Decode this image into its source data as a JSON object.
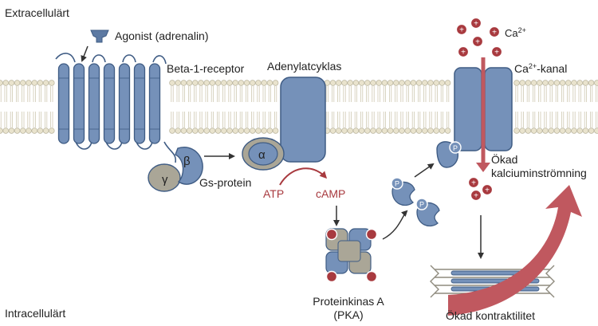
{
  "regions": {
    "extracellular": "Extracellulärt",
    "intracellular": "Intracellulärt"
  },
  "labels": {
    "agonist": "Agonist (adrenalin)",
    "beta_receptor": "Beta-1-receptor",
    "adenylate_cyclase": "Adenylatcyklas",
    "gs_protein": "Gs-protein",
    "atp": "ATP",
    "camp": "cAMP",
    "pka_line1": "Proteinkinas A",
    "pka_line2": "(PKA)",
    "ca_ion_base": "Ca",
    "ca_ion_sup": "2+",
    "ca_channel_base": "Ca",
    "ca_channel_sup": "2+",
    "ca_channel_suffix": "-kanal",
    "influx_line1": "Ökad",
    "influx_line2": "kalciuminströmning",
    "contractility": "Ökad kontraktilitet"
  },
  "symbols": {
    "alpha": "α",
    "beta": "β",
    "gamma": "γ",
    "phosphate": "P",
    "plus": "+"
  },
  "colors": {
    "protein_blue": "#7591b9",
    "protein_stroke": "#3f5c84",
    "gray_subunit": "#aaa697",
    "membrane_head": "#e9e3cd",
    "ca_red": "#a83a3f",
    "arrow_red": "#c0585f"
  }
}
